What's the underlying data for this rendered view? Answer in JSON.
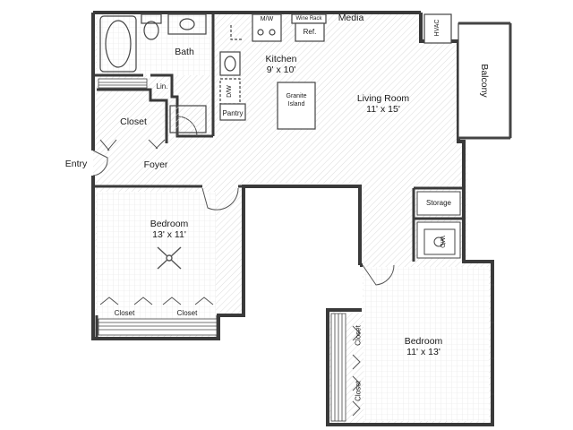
{
  "labels": {
    "bath": "Bath",
    "media": "Media",
    "kitchen": "Kitchen",
    "kitchen_dim": "9' x 10'",
    "mw": "M/W",
    "wine_rack": "Wine Rack",
    "ref": "Ref.",
    "hvac": "HVAC",
    "balcony": "Balcony",
    "linen": "Lin.",
    "dw": "D/W",
    "pantry": "Pantry",
    "granite_island_1": "Granite",
    "granite_island_2": "Island",
    "living_room": "Living Room",
    "living_room_dim": "11' x 15'",
    "closet_top": "Closet",
    "entry": "Entry",
    "foyer": "Foyer",
    "storage": "Storage",
    "wd": "W/D",
    "bedroom1": "Bedroom",
    "bedroom1_dim": "13' x 11'",
    "closet_b1_left": "Closet",
    "closet_b1_right": "Closet",
    "bedroom2": "Bedroom",
    "bedroom2_dim": "11' x 13'",
    "closet_b2_top": "Closet",
    "closet_b2_bottom": "Closet"
  },
  "colors": {
    "wall": "#3a3a3a",
    "floor_hatch": "#d8d8d8",
    "fixture": "#555555"
  }
}
